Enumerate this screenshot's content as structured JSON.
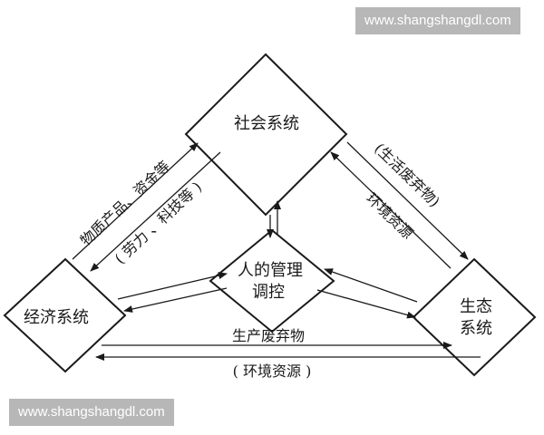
{
  "nodes": {
    "society": "社会系统",
    "economy": "经济系统",
    "ecology_line1": "生态",
    "ecology_line2": "系统",
    "human_line1": "人的管理",
    "human_line2": "调控"
  },
  "edges": {
    "material_capital": "物质产品、资金等",
    "labor_tech": "( 劳力 、科技等 )",
    "life_waste": "(生活废弃物)",
    "env_resources_right": "环境资源",
    "production_waste": "生产废弃物",
    "env_resources_bottom": "( 环境资源 )"
  },
  "watermarks": {
    "top": "www.shangshangdl.com",
    "bottom": "www.shangshangdl.com"
  },
  "colors": {
    "stroke": "#1a1a1a",
    "watermark_bg": "#aaaaaa"
  }
}
